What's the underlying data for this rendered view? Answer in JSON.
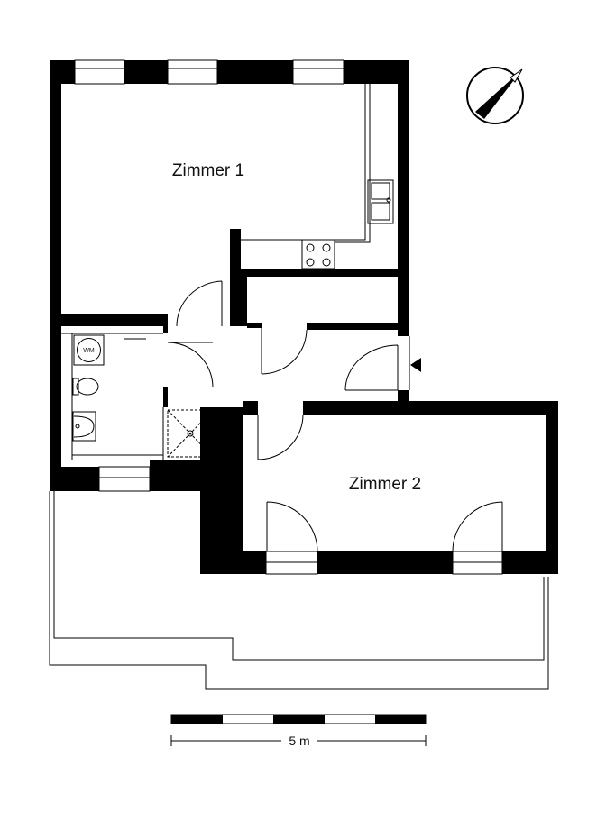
{
  "rooms": {
    "room1": "Zimmer 1",
    "room2": "Zimmer 2"
  },
  "fixtures": {
    "washing_machine": "WM"
  },
  "scale_bar": {
    "label": "5 m"
  },
  "icons": {
    "compass": "north-arrow-icon",
    "entrance": "entrance-triangle-icon"
  },
  "colors": {
    "wall": "#000000",
    "background": "#ffffff"
  }
}
